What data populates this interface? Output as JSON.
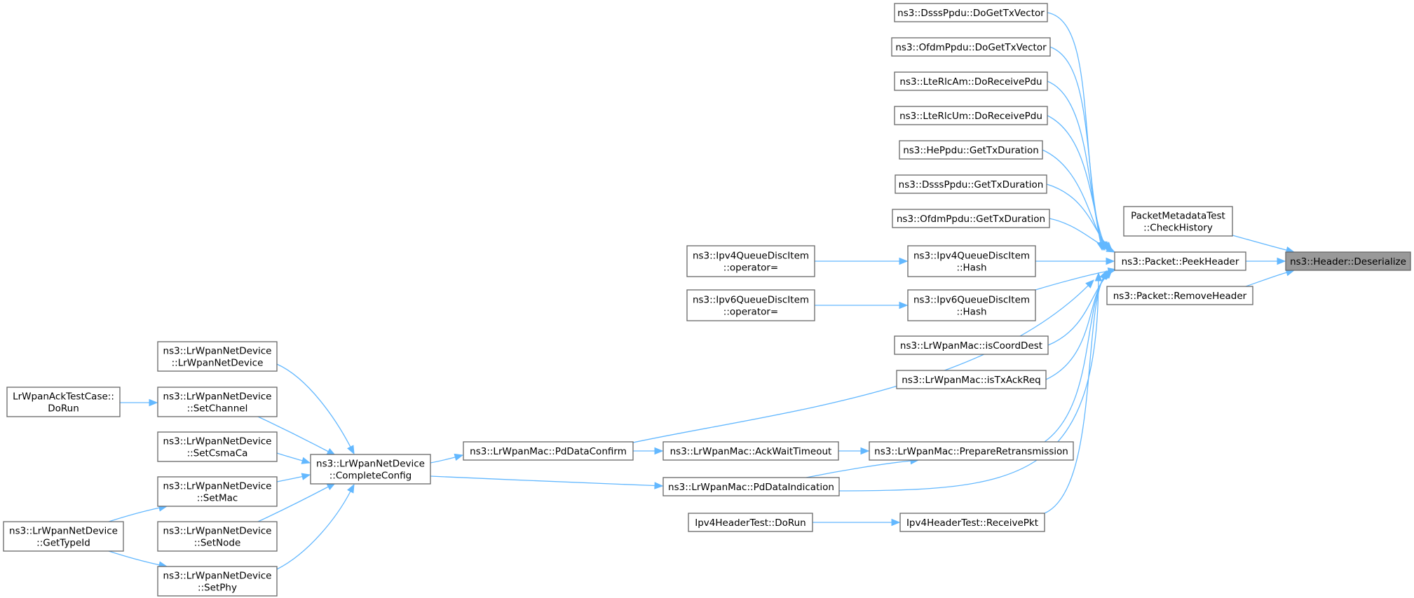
{
  "diagram": {
    "type": "call-graph",
    "root_id": "hdr_deserialize",
    "nodes": [
      {
        "id": "hdr_deserialize",
        "lines": [
          "ns3::Header::Deserialize"
        ],
        "root": true
      },
      {
        "id": "pmt_checkhistory",
        "lines": [
          "PacketMetadataTest",
          "::CheckHistory"
        ]
      },
      {
        "id": "pkt_peekheader",
        "lines": [
          "ns3::Packet::PeekHeader"
        ]
      },
      {
        "id": "pkt_removeheader",
        "lines": [
          "ns3::Packet::RemoveHeader"
        ]
      },
      {
        "id": "dsss_dogettxvector",
        "lines": [
          "ns3::DsssPpdu::DoGetTxVector"
        ]
      },
      {
        "id": "ofdm_dogettxvector",
        "lines": [
          "ns3::OfdmPpdu::DoGetTxVector"
        ]
      },
      {
        "id": "lterlcam_doreceivepdu",
        "lines": [
          "ns3::LteRlcAm::DoReceivePdu"
        ]
      },
      {
        "id": "lterlcum_doreceivepdu",
        "lines": [
          "ns3::LteRlcUm::DoReceivePdu"
        ]
      },
      {
        "id": "he_gettxduration",
        "lines": [
          "ns3::HePpdu::GetTxDuration"
        ]
      },
      {
        "id": "dsss_gettxduration",
        "lines": [
          "ns3::DsssPpdu::GetTxDuration"
        ]
      },
      {
        "id": "ofdm_gettxduration",
        "lines": [
          "ns3::OfdmPpdu::GetTxDuration"
        ]
      },
      {
        "id": "ipv4qdi_hash",
        "lines": [
          "ns3::Ipv4QueueDiscItem",
          "::Hash"
        ]
      },
      {
        "id": "ipv6qdi_hash",
        "lines": [
          "ns3::Ipv6QueueDiscItem",
          "::Hash"
        ]
      },
      {
        "id": "mac_iscoorddest",
        "lines": [
          "ns3::LrWpanMac::isCoordDest"
        ]
      },
      {
        "id": "mac_istxackreq",
        "lines": [
          "ns3::LrWpanMac::isTxAckReq"
        ]
      },
      {
        "id": "mac_prepareretransmission",
        "lines": [
          "ns3::LrWpanMac::PrepareRetransmission"
        ]
      },
      {
        "id": "ipv4ht_receivepkt",
        "lines": [
          "Ipv4HeaderTest::ReceivePkt"
        ]
      },
      {
        "id": "ipv4qdi_operator",
        "lines": [
          "ns3::Ipv4QueueDiscItem",
          "::operator="
        ]
      },
      {
        "id": "ipv6qdi_operator",
        "lines": [
          "ns3::Ipv6QueueDiscItem",
          "::operator="
        ]
      },
      {
        "id": "mac_ackwaittimeout",
        "lines": [
          "ns3::LrWpanMac::AckWaitTimeout"
        ]
      },
      {
        "id": "mac_pddataindication",
        "lines": [
          "ns3::LrWpanMac::PdDataIndication"
        ]
      },
      {
        "id": "ipv4ht_dorun",
        "lines": [
          "Ipv4HeaderTest::DoRun"
        ]
      },
      {
        "id": "mac_pddataconfirm",
        "lines": [
          "ns3::LrWpanMac::PdDataConfirm"
        ]
      },
      {
        "id": "nd_completeconfig",
        "lines": [
          "ns3::LrWpanNetDevice",
          "::CompleteConfig"
        ]
      },
      {
        "id": "nd_ctor",
        "lines": [
          "ns3::LrWpanNetDevice",
          "::LrWpanNetDevice"
        ]
      },
      {
        "id": "nd_setchannel",
        "lines": [
          "ns3::LrWpanNetDevice",
          "::SetChannel"
        ]
      },
      {
        "id": "nd_setcsmaca",
        "lines": [
          "ns3::LrWpanNetDevice",
          "::SetCsmaCa"
        ]
      },
      {
        "id": "nd_setmac",
        "lines": [
          "ns3::LrWpanNetDevice",
          "::SetMac"
        ]
      },
      {
        "id": "nd_setnode",
        "lines": [
          "ns3::LrWpanNetDevice",
          "::SetNode"
        ]
      },
      {
        "id": "nd_setphy",
        "lines": [
          "ns3::LrWpanNetDevice",
          "::SetPhy"
        ]
      },
      {
        "id": "acktest_dorun",
        "lines": [
          "LrWpanAckTestCase::",
          "DoRun"
        ]
      },
      {
        "id": "nd_gettypeid",
        "lines": [
          "ns3::LrWpanNetDevice",
          "::GetTypeId"
        ]
      }
    ],
    "edges": [
      {
        "from": "pmt_checkhistory",
        "to": "hdr_deserialize"
      },
      {
        "from": "pkt_peekheader",
        "to": "hdr_deserialize"
      },
      {
        "from": "pkt_removeheader",
        "to": "hdr_deserialize"
      },
      {
        "from": "dsss_dogettxvector",
        "to": "pkt_peekheader"
      },
      {
        "from": "ofdm_dogettxvector",
        "to": "pkt_peekheader"
      },
      {
        "from": "lterlcam_doreceivepdu",
        "to": "pkt_peekheader"
      },
      {
        "from": "lterlcum_doreceivepdu",
        "to": "pkt_peekheader"
      },
      {
        "from": "he_gettxduration",
        "to": "pkt_peekheader"
      },
      {
        "from": "dsss_gettxduration",
        "to": "pkt_peekheader"
      },
      {
        "from": "ofdm_gettxduration",
        "to": "pkt_peekheader"
      },
      {
        "from": "ipv4qdi_hash",
        "to": "pkt_peekheader"
      },
      {
        "from": "ipv6qdi_hash",
        "to": "pkt_peekheader"
      },
      {
        "from": "mac_iscoorddest",
        "to": "pkt_peekheader"
      },
      {
        "from": "mac_istxackreq",
        "to": "pkt_peekheader"
      },
      {
        "from": "mac_pddataconfirm",
        "to": "pkt_peekheader"
      },
      {
        "from": "mac_prepareretransmission",
        "to": "pkt_peekheader"
      },
      {
        "from": "mac_pddataindication",
        "to": "pkt_peekheader"
      },
      {
        "from": "ipv4ht_receivepkt",
        "to": "pkt_peekheader"
      },
      {
        "from": "ipv4qdi_operator",
        "to": "ipv4qdi_hash"
      },
      {
        "from": "ipv6qdi_operator",
        "to": "ipv6qdi_hash"
      },
      {
        "from": "mac_ackwaittimeout",
        "to": "mac_prepareretransmission"
      },
      {
        "from": "mac_pddataindication",
        "to": "mac_prepareretransmission"
      },
      {
        "from": "ipv4ht_dorun",
        "to": "ipv4ht_receivepkt"
      },
      {
        "from": "mac_pddataconfirm",
        "to": "mac_ackwaittimeout"
      },
      {
        "from": "nd_completeconfig",
        "to": "mac_pddataconfirm"
      },
      {
        "from": "nd_completeconfig",
        "to": "mac_pddataindication"
      },
      {
        "from": "nd_ctor",
        "to": "nd_completeconfig"
      },
      {
        "from": "nd_setchannel",
        "to": "nd_completeconfig"
      },
      {
        "from": "nd_setcsmaca",
        "to": "nd_completeconfig"
      },
      {
        "from": "nd_setmac",
        "to": "nd_completeconfig"
      },
      {
        "from": "nd_setnode",
        "to": "nd_completeconfig"
      },
      {
        "from": "nd_setphy",
        "to": "nd_completeconfig"
      },
      {
        "from": "acktest_dorun",
        "to": "nd_setchannel"
      },
      {
        "from": "nd_gettypeid",
        "to": "nd_setmac"
      },
      {
        "from": "nd_gettypeid",
        "to": "nd_setphy"
      }
    ],
    "colors": {
      "edge": "#63b8ff",
      "node_border": "#666666",
      "root_fill": "#999999",
      "node_fill": "#ffffff"
    }
  }
}
